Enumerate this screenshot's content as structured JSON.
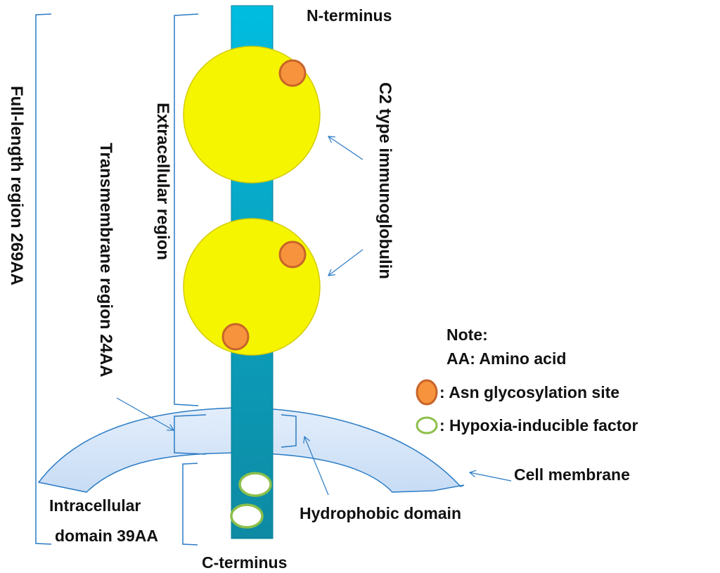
{
  "labels": {
    "n_terminus": "N-terminus",
    "c_terminus": "C-terminus",
    "full_length": "Full-length region 269AA",
    "extracellular": "Extracellular region",
    "transmembrane": "Transmembrane region 24AA",
    "c2_type": "C2 type immunoglobulin",
    "intracellular_line1": "Intracellular",
    "intracellular_line2": "domain 39AA",
    "hydrophobic": "Hydrophobic domain",
    "cell_membrane": "Cell membrane"
  },
  "legend": {
    "title": "Note:",
    "aa": "AA: Amino acid",
    "items": [
      {
        "symbol": "orange-filled-circle",
        "label": ": Asn glycosylation site"
      },
      {
        "symbol": "green-ring",
        "label": ": Hypoxia-inducible factor"
      }
    ]
  },
  "colors": {
    "chain_top": "#00b4d8",
    "chain_bottom": "#0e8fa8",
    "domain": "#f5f500",
    "glyco_fill": "#f7933c",
    "glyco_stroke": "#c8642a",
    "hif_stroke": "#8cbf4a",
    "membrane_fill": "#d6e7fa",
    "line": "#2a7bc4"
  }
}
